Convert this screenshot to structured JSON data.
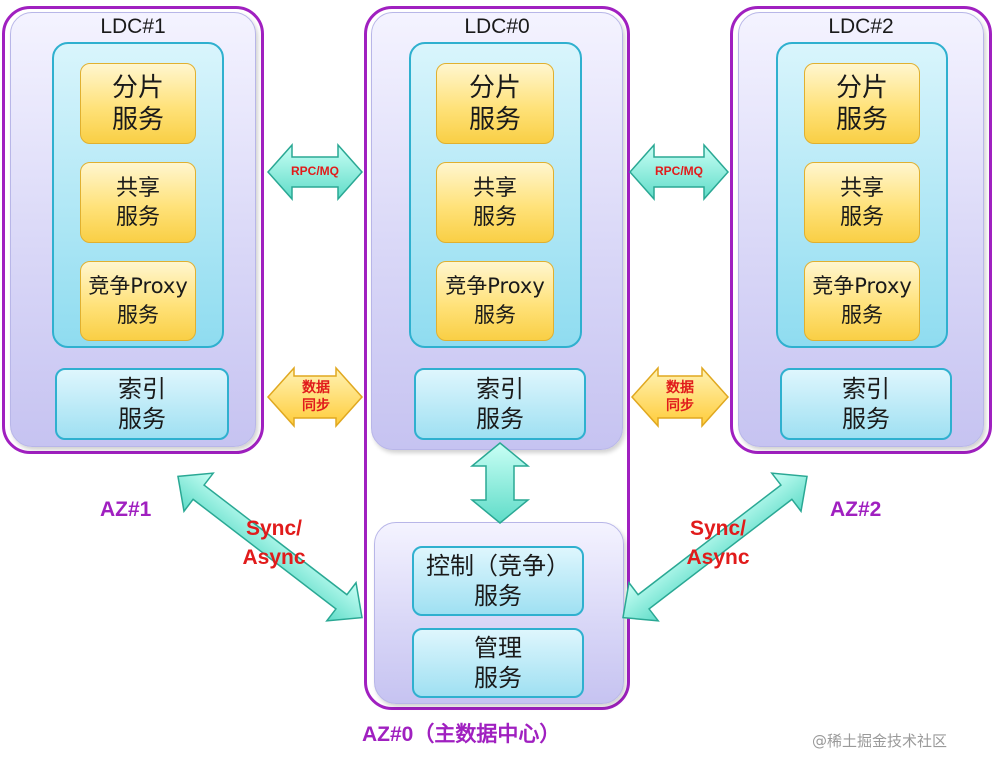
{
  "colors": {
    "az_frame": "#a020c0",
    "ldc_panel": "#d9d7f7",
    "cyan_box": "#8fdcf0",
    "yellow_box": "#ffe27a",
    "arrow_fill": "#7fe6d6",
    "sync_arrow_fill": "#ffd65a",
    "label_red": "#e11b1b"
  },
  "ldc1": {
    "title": "LDC#1",
    "shard": [
      "分片",
      "服务"
    ],
    "shared": [
      "共享",
      "服务"
    ],
    "proxy": [
      "竞争Proxy",
      "服务"
    ],
    "index": [
      "索引",
      "服务"
    ]
  },
  "ldc0": {
    "title": "LDC#0",
    "shard": [
      "分片",
      "服务"
    ],
    "shared": [
      "共享",
      "服务"
    ],
    "proxy": [
      "竞争Proxy",
      "服务"
    ],
    "index": [
      "索引",
      "服务"
    ]
  },
  "ldc2": {
    "title": "LDC#2",
    "shard": [
      "分片",
      "服务"
    ],
    "shared": [
      "共享",
      "服务"
    ],
    "proxy": [
      "竞争Proxy",
      "服务"
    ],
    "index": [
      "索引",
      "服务"
    ]
  },
  "control": [
    "控制（竞争）",
    "服务"
  ],
  "management": [
    "管理",
    "服务"
  ],
  "arrows": {
    "rpc_left": "RPC/MQ",
    "rpc_right": "RPC/MQ",
    "sync_left": [
      "数据",
      "同步"
    ],
    "sync_right": [
      "数据",
      "同步"
    ]
  },
  "labels": {
    "az1": "AZ#1",
    "az2": "AZ#2",
    "az0": "AZ#0（主数据中心）",
    "sync_async_left": [
      "Sync/",
      "Async"
    ],
    "sync_async_right": [
      "Sync/",
      "Async"
    ]
  },
  "watermark": "@稀土掘金技术社区"
}
